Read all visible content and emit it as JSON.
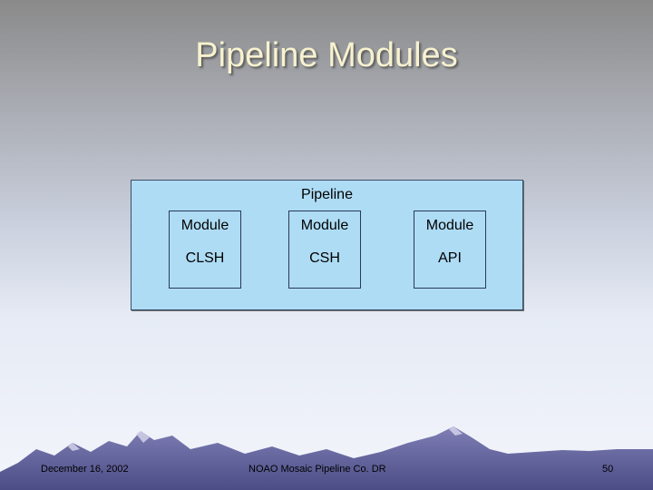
{
  "slide": {
    "title": "Pipeline Modules"
  },
  "diagram": {
    "container_label": "Pipeline",
    "modules": [
      {
        "label": "Module",
        "name": "CLSH"
      },
      {
        "label": "Module",
        "name": "CSH"
      },
      {
        "label": "Module",
        "name": "API"
      }
    ]
  },
  "footer": {
    "date": "December 16, 2002",
    "center": "NOAO Mosaic Pipeline Co. DR",
    "page": "50"
  },
  "colors": {
    "box_fill": "#aedcf5",
    "title_text": "#f7f2cf",
    "mountain": "#5a5a95"
  }
}
